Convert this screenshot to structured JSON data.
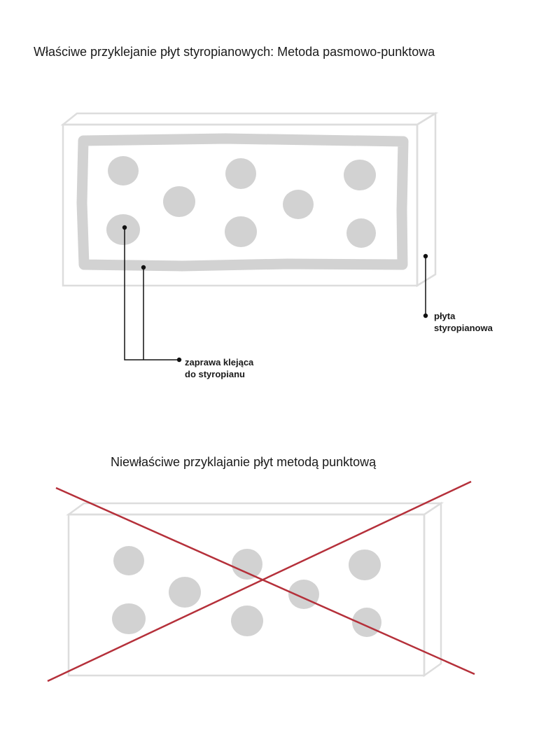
{
  "diagram_correct": {
    "title": "Właściwe przyklejanie płyt styropianowych: Metoda pasmowo-punktowa",
    "label_board_line1": "płyta",
    "label_board_line2": "styropianowa",
    "label_adhesive_line1": "zaprawa klejąca",
    "label_adhesive_line2": "do styropianu"
  },
  "diagram_incorrect": {
    "title": "Niewłaściwe przyklajanie płyt metodą punktową"
  },
  "colors": {
    "board_outline": "#dddddd",
    "adhesive": "#d2d2d2",
    "leader_line": "#111111",
    "cross": "#b5303a"
  }
}
